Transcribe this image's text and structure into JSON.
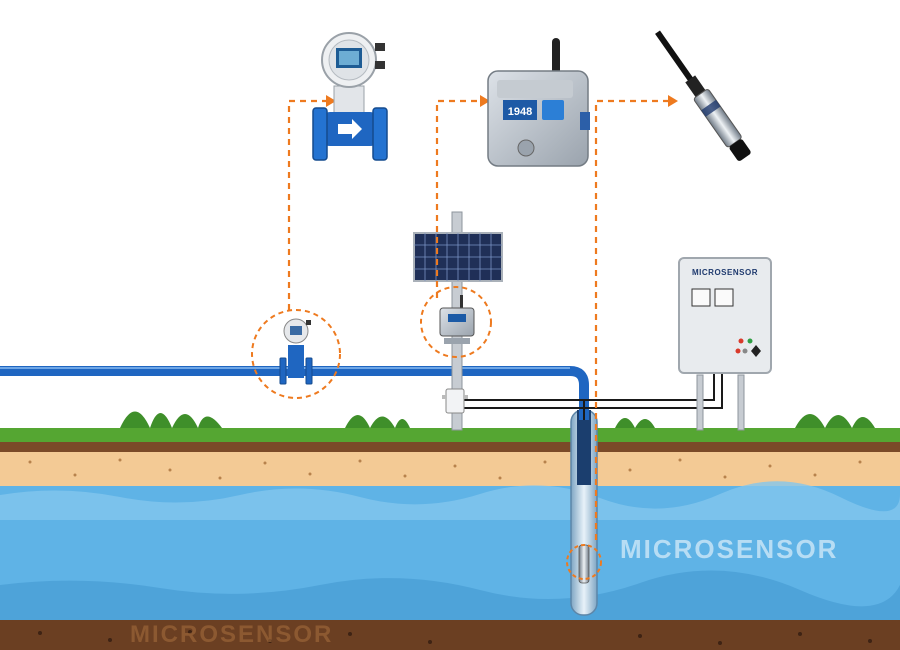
{
  "brand": {
    "panel_label": "MICROSENSOR",
    "watermark_water": "MICROSENSOR",
    "watermark_ground": "MICROSENSOR"
  },
  "devices": {
    "flowmeter": {
      "icon": "electromagnetic-flowmeter-icon"
    },
    "rtu": {
      "icon": "rtu-data-logger-icon",
      "display_value": "1948"
    },
    "level_sensor": {
      "icon": "submersible-level-transmitter-icon"
    },
    "solar_panel": {
      "icon": "solar-panel-icon"
    },
    "control_cabinet": {
      "icon": "control-cabinet-icon"
    },
    "well": {
      "icon": "borehole-well-icon"
    }
  },
  "colors": {
    "pipe": "#1f66c1",
    "connector_dash": "#ee7a1f",
    "grass": "#55a632",
    "soil": "#f3ca95",
    "water": "#5fb3e6",
    "bedrock": "#6b3f22"
  }
}
